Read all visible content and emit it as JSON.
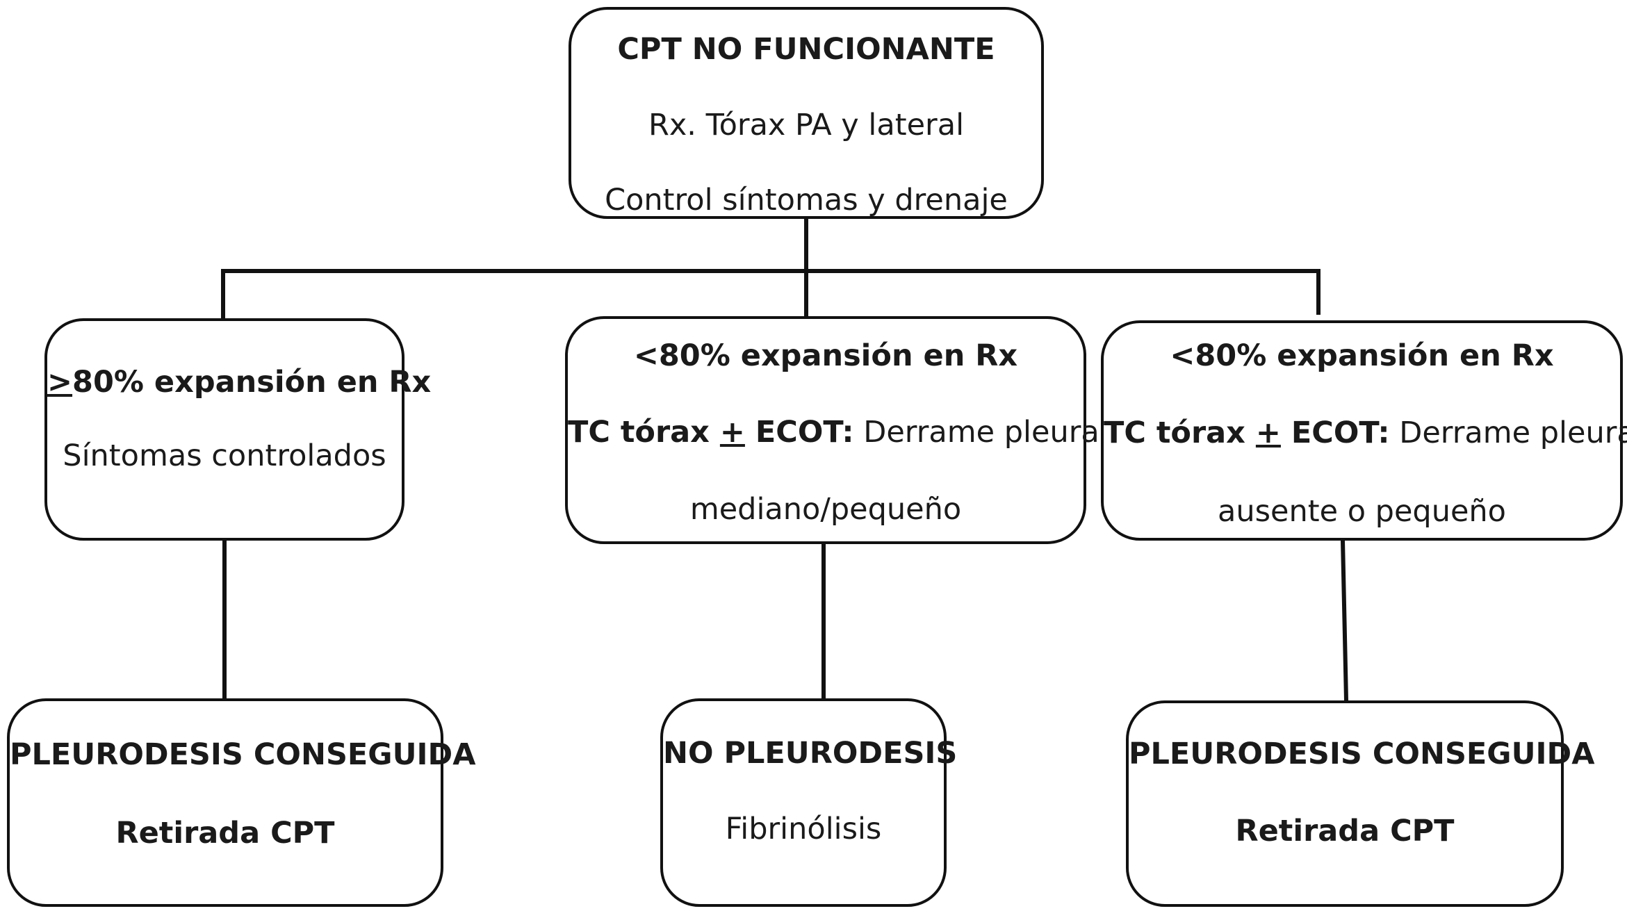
{
  "root": {
    "title": "CPT NO FUNCIONANTE",
    "line2": "Rx. Tórax PA y lateral",
    "line3": "Control síntomas y drenaje"
  },
  "left": {
    "sign": ">",
    "line1_rest": "80% expansión en Rx",
    "line2": "Síntomas controlados"
  },
  "middle": {
    "line1": "<80% expansión en Rx",
    "line2_a": "TC tórax ",
    "line2_sign": "+",
    "line2_b": " ECOT:",
    "line2_c": " Derrame pleural",
    "line3": "mediano/pequeño"
  },
  "right": {
    "line1": "<80% expansión en Rx",
    "line2_a": "TC tórax ",
    "line2_sign": "+",
    "line2_b": " ECOT:",
    "line2_c": " Derrame pleural",
    "line3": "ausente o pequeño"
  },
  "outcome_left": {
    "title": "PLEURODESIS CONSEGUIDA",
    "line2": "Retirada CPT"
  },
  "outcome_middle": {
    "title": "NO PLEURODESIS",
    "line2": "Fibrinólisis"
  },
  "outcome_right": {
    "title": "PLEURODESIS CONSEGUIDA",
    "line2": "Retirada CPT"
  }
}
